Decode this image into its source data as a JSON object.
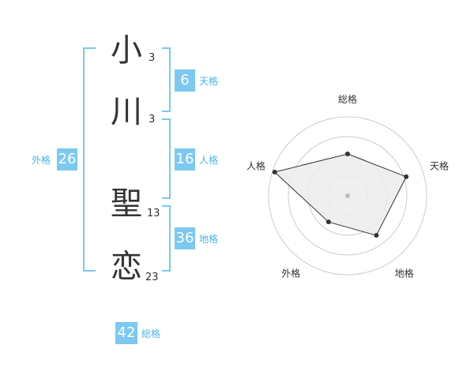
{
  "colors": {
    "accent": "#7cc8f0",
    "label": "#4db3ea",
    "text": "#333333",
    "radar_fill": "#ececec",
    "radar_line": "#333333",
    "ring": "#cccccc"
  },
  "name": {
    "chars": [
      {
        "char": "小",
        "strokes": "3"
      },
      {
        "char": "川",
        "strokes": "3"
      },
      {
        "char": "聖",
        "strokes": "13"
      },
      {
        "char": "恋",
        "strokes": "23"
      }
    ]
  },
  "fortunes": {
    "tenkaku": {
      "value": "6",
      "label": "天格"
    },
    "jinkaku": {
      "value": "16",
      "label": "人格"
    },
    "chikaku": {
      "value": "36",
      "label": "地格"
    },
    "gaikaku": {
      "value": "26",
      "label": "外格"
    },
    "soukaku": {
      "value": "42",
      "label": "総格"
    }
  },
  "chart_data": {
    "type": "radar",
    "axes": [
      "総格",
      "天格",
      "地格",
      "外格",
      "人格"
    ],
    "values": [
      0.53,
      0.78,
      0.62,
      0.41,
      0.97
    ],
    "max": 1
  }
}
